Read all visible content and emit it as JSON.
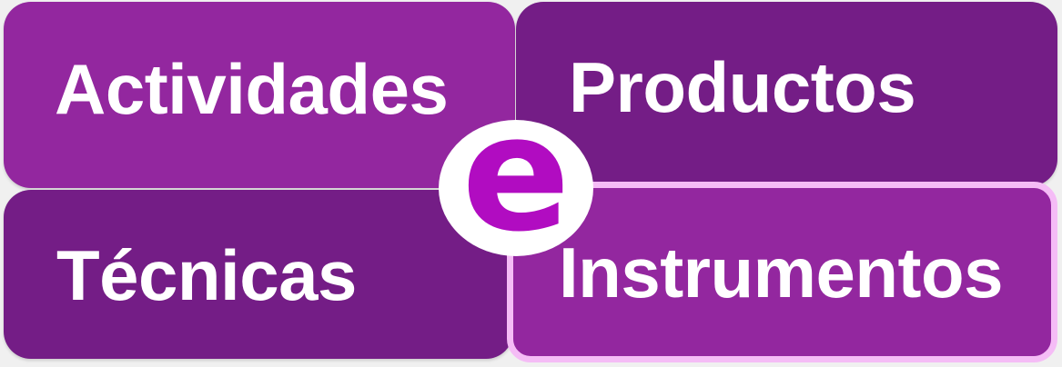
{
  "tiles": {
    "actividades": {
      "label": "Actividades",
      "color": "#93279f"
    },
    "productos": {
      "label": "Productos",
      "color": "#741d86"
    },
    "tecnicas": {
      "label": "Técnicas",
      "color": "#741d86"
    },
    "instrumentos": {
      "label": "Instrumentos",
      "color": "#93279f",
      "selected": true,
      "highlight_color": "#f5bcf6"
    }
  },
  "logo": {
    "letter": "e",
    "color": "#b10cc1"
  }
}
